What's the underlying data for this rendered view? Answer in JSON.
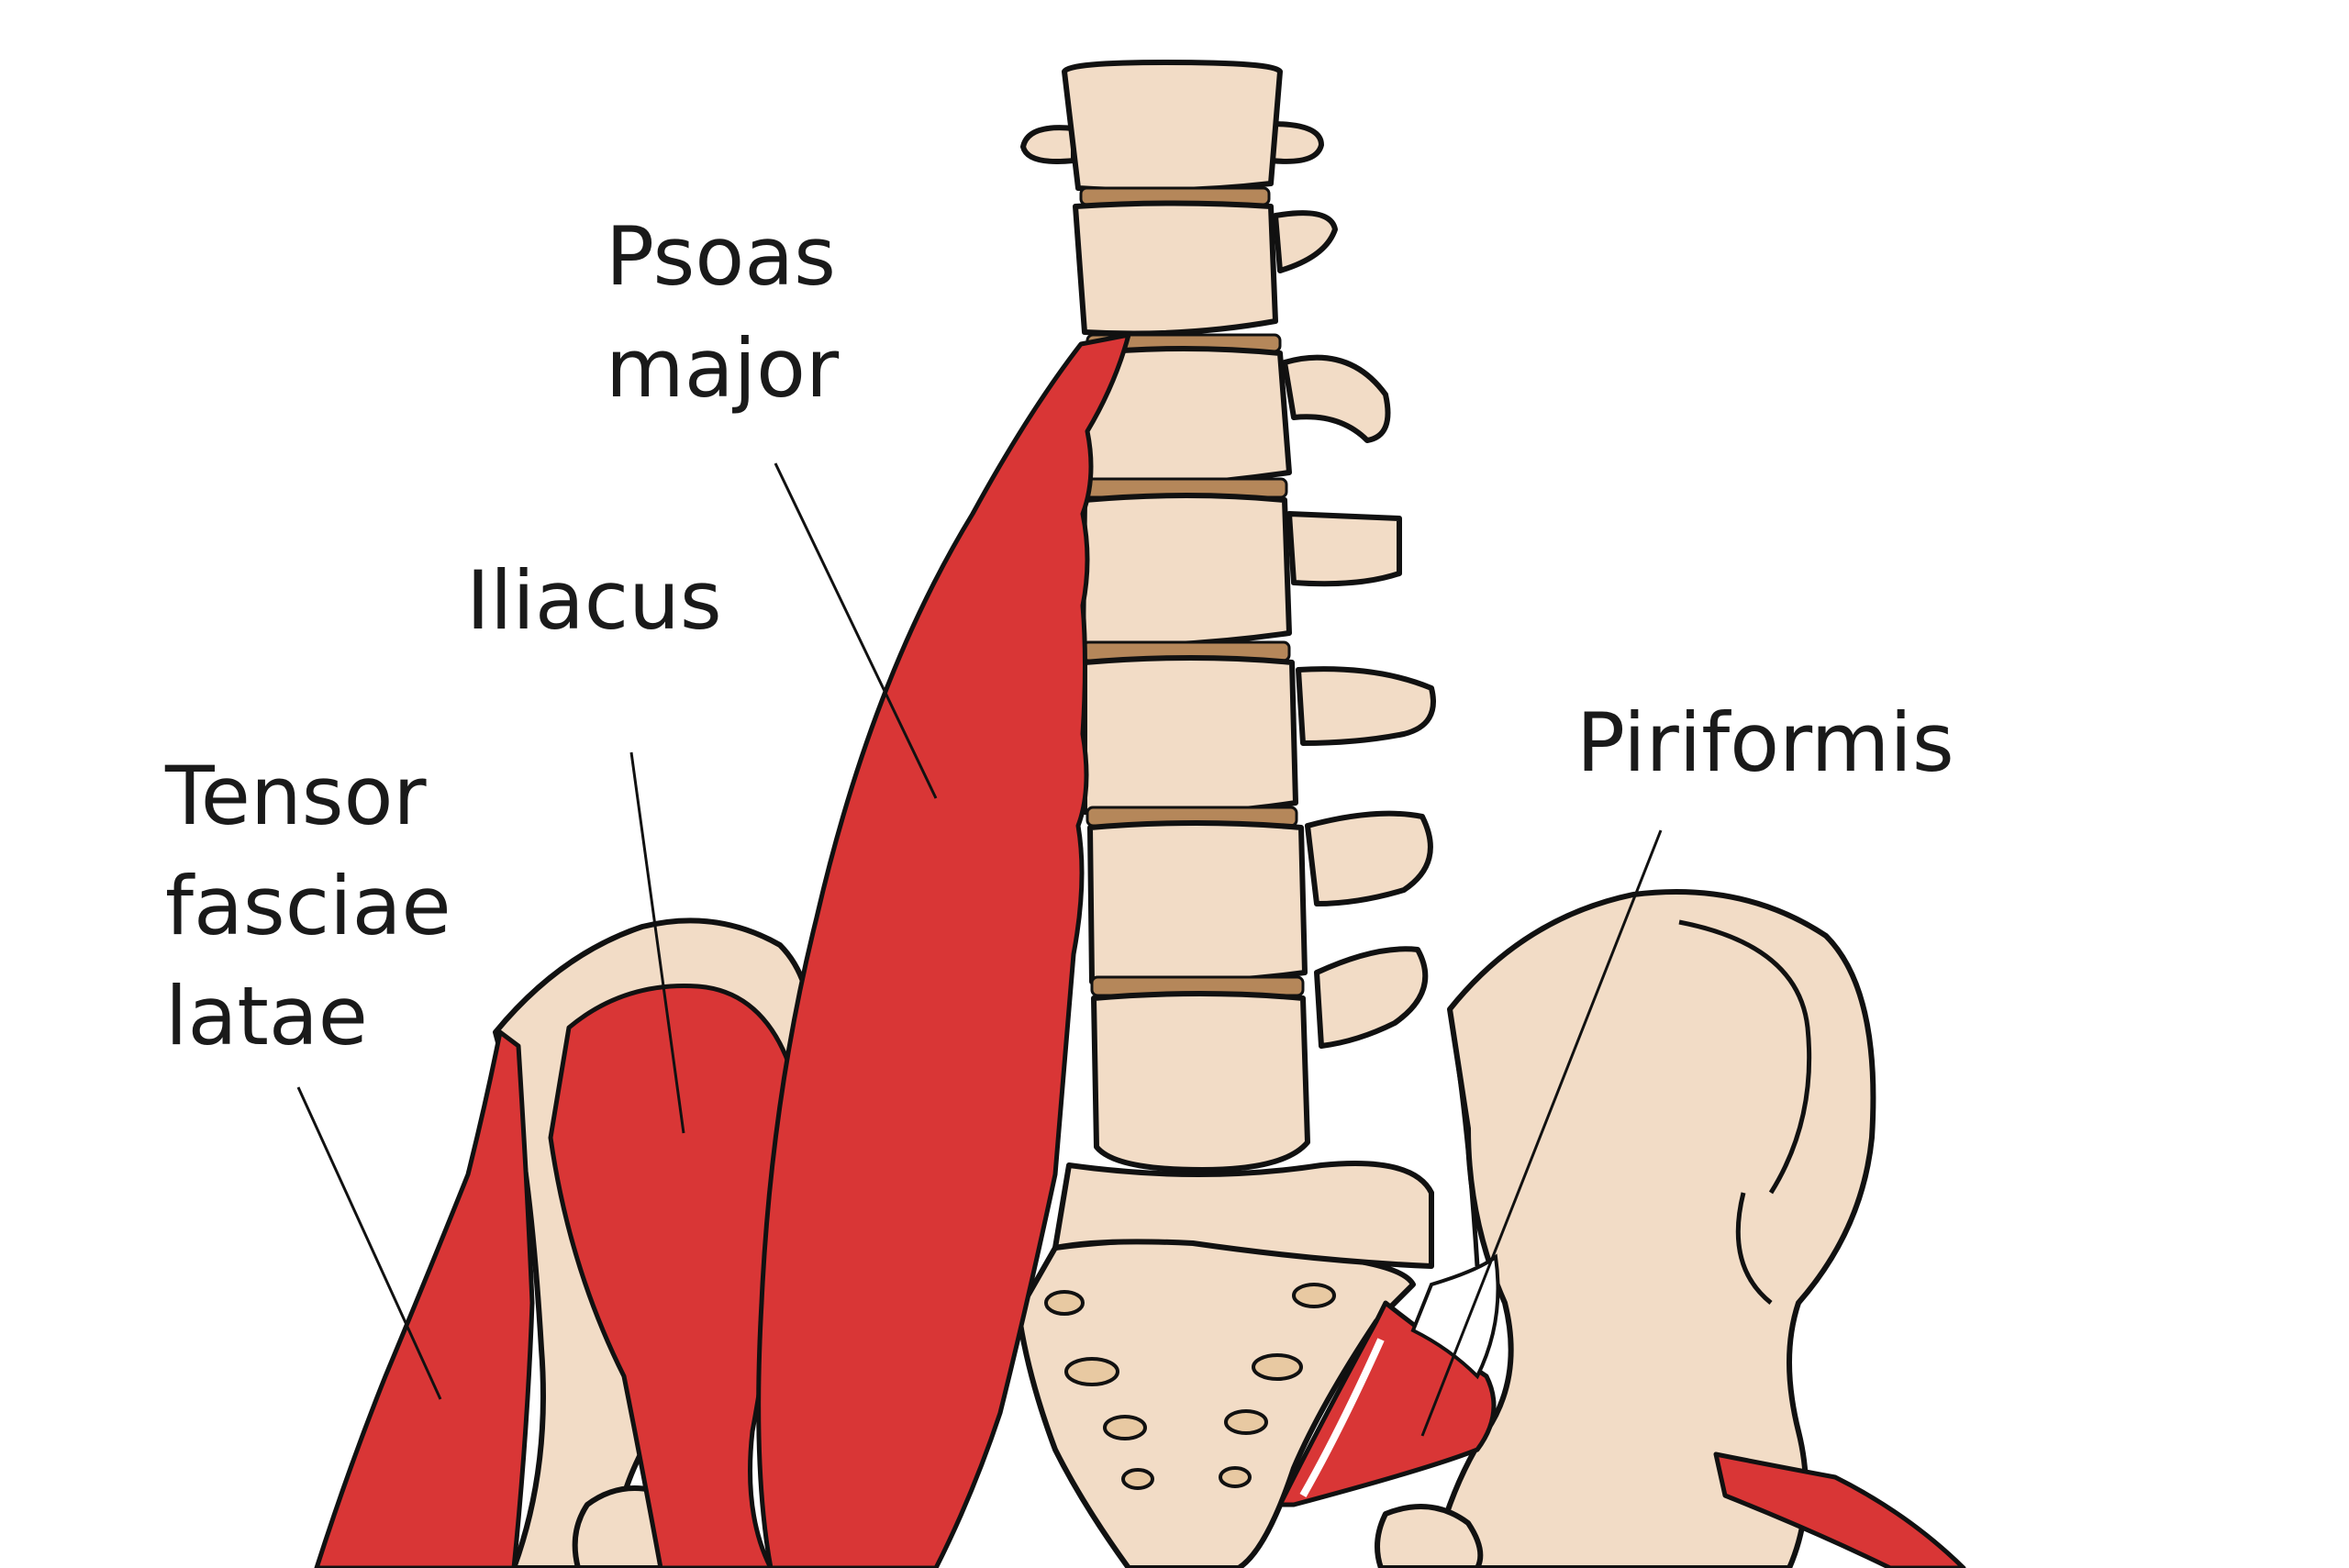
{
  "labels": {
    "psoas_line1": "Psoas",
    "psoas_line2": "major",
    "iliacus": "Iliacus",
    "tensor_line1": "Tensor",
    "tensor_line2": "fasciae",
    "tensor_line3": "latae",
    "piriformis": "Piriformis"
  },
  "colors": {
    "bone": "#f2dcc6",
    "muscle": "#d93636",
    "disc": "#b5875a",
    "outline": "#111111",
    "foramen": "#e8c9a2"
  }
}
